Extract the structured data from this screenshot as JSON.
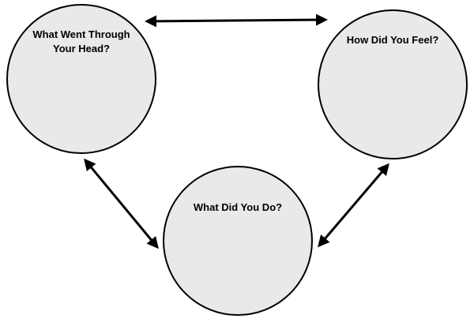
{
  "diagram": {
    "type": "cycle-diagram",
    "nodes": {
      "head": {
        "label": "What Went Through Your Head?"
      },
      "feel": {
        "label": "How Did You Feel?"
      },
      "do": {
        "label": "What Did You Do?"
      }
    },
    "edges": [
      {
        "from": "head",
        "to": "feel",
        "bidirectional": true
      },
      {
        "from": "head",
        "to": "do",
        "bidirectional": true
      },
      {
        "from": "feel",
        "to": "do",
        "bidirectional": true
      }
    ]
  },
  "colors": {
    "background": "#ffffff",
    "node_fill": "#e9e9e9",
    "node_border": "#000000",
    "arrow": "#000000"
  }
}
